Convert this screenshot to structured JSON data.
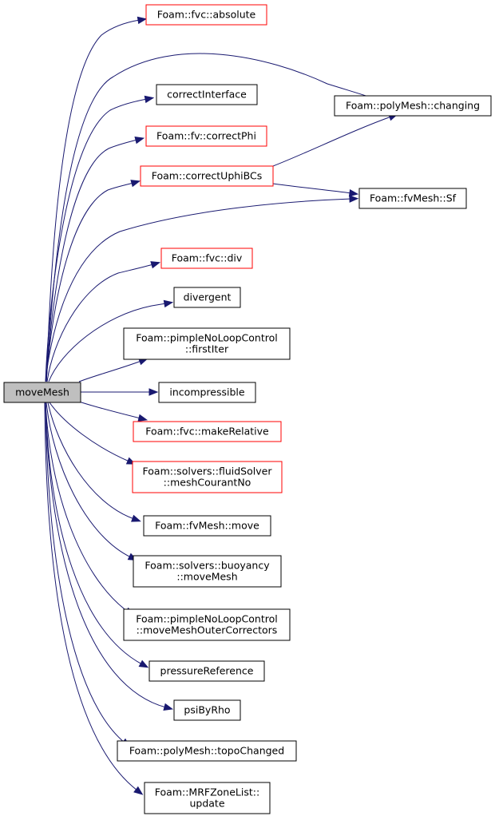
{
  "nodes": [
    {
      "id": "root",
      "lines": [
        "moveMesh"
      ],
      "border": "root"
    },
    {
      "id": "absolute",
      "lines": [
        "Foam::fvc::absolute"
      ],
      "border": "red"
    },
    {
      "id": "correctInterface",
      "lines": [
        "correctInterface"
      ],
      "border": "black"
    },
    {
      "id": "correctPhi",
      "lines": [
        "Foam::fv::correctPhi"
      ],
      "border": "red"
    },
    {
      "id": "correctUphiBCs",
      "lines": [
        "Foam::correctUphiBCs"
      ],
      "border": "red"
    },
    {
      "id": "changing",
      "lines": [
        "Foam::polyMesh::changing"
      ],
      "border": "black"
    },
    {
      "id": "Sf",
      "lines": [
        "Foam::fvMesh::Sf"
      ],
      "border": "black"
    },
    {
      "id": "div",
      "lines": [
        "Foam::fvc::div"
      ],
      "border": "red"
    },
    {
      "id": "divergent",
      "lines": [
        "divergent"
      ],
      "border": "black"
    },
    {
      "id": "firstIter",
      "lines": [
        "Foam::pimpleNoLoopControl",
        "::firstIter"
      ],
      "border": "black"
    },
    {
      "id": "incompressible",
      "lines": [
        "incompressible"
      ],
      "border": "black"
    },
    {
      "id": "makeRelative",
      "lines": [
        "Foam::fvc::makeRelative"
      ],
      "border": "red"
    },
    {
      "id": "meshCourantNo",
      "lines": [
        "Foam::solvers::fluidSolver",
        "::meshCourantNo"
      ],
      "border": "red"
    },
    {
      "id": "move",
      "lines": [
        "Foam::fvMesh::move"
      ],
      "border": "black"
    },
    {
      "id": "buoyancyMoveMesh",
      "lines": [
        "Foam::solvers::buoyancy",
        "::moveMesh"
      ],
      "border": "black"
    },
    {
      "id": "moveMeshOuterCorrectors",
      "lines": [
        "Foam::pimpleNoLoopControl",
        "::moveMeshOuterCorrectors"
      ],
      "border": "black"
    },
    {
      "id": "pressureReference",
      "lines": [
        "pressureReference"
      ],
      "border": "black"
    },
    {
      "id": "psiByRho",
      "lines": [
        "psiByRho"
      ],
      "border": "black"
    },
    {
      "id": "topoChanged",
      "lines": [
        "Foam::polyMesh::topoChanged"
      ],
      "border": "black"
    },
    {
      "id": "update",
      "lines": [
        "Foam::MRFZoneList::",
        "update"
      ],
      "border": "black"
    }
  ],
  "edges": [
    {
      "from": "root",
      "to": "absolute"
    },
    {
      "from": "root",
      "to": "changing"
    },
    {
      "from": "root",
      "to": "correctInterface"
    },
    {
      "from": "root",
      "to": "correctPhi"
    },
    {
      "from": "root",
      "to": "correctUphiBCs"
    },
    {
      "from": "root",
      "to": "Sf"
    },
    {
      "from": "root",
      "to": "div"
    },
    {
      "from": "root",
      "to": "divergent"
    },
    {
      "from": "root",
      "to": "firstIter"
    },
    {
      "from": "root",
      "to": "incompressible"
    },
    {
      "from": "root",
      "to": "makeRelative"
    },
    {
      "from": "root",
      "to": "meshCourantNo"
    },
    {
      "from": "root",
      "to": "move"
    },
    {
      "from": "root",
      "to": "buoyancyMoveMesh"
    },
    {
      "from": "root",
      "to": "moveMeshOuterCorrectors"
    },
    {
      "from": "root",
      "to": "pressureReference"
    },
    {
      "from": "root",
      "to": "psiByRho"
    },
    {
      "from": "root",
      "to": "topoChanged"
    },
    {
      "from": "root",
      "to": "update"
    },
    {
      "from": "correctUphiBCs",
      "to": "changing"
    },
    {
      "from": "correctUphiBCs",
      "to": "Sf"
    }
  ],
  "colors": {
    "edge": "#191970",
    "red_border": "#ff0000",
    "root_fill": "#bfbfbf"
  }
}
